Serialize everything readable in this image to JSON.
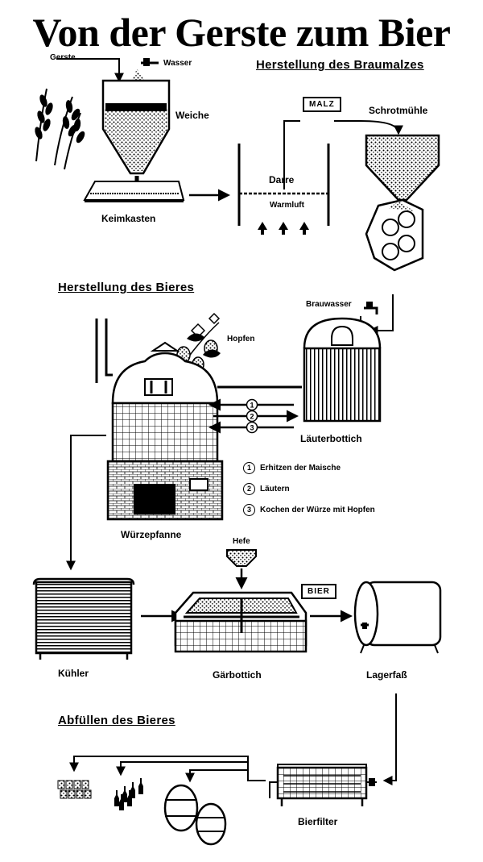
{
  "title": "Von der Gerste zum Bier",
  "sections": {
    "malz": "Herstellung des Braumalzes",
    "bier": "Herstellung des Bieres",
    "abfuellen": "Abfüllen des Bieres"
  },
  "labels": {
    "gerste": "Gerste",
    "wasser": "Wasser",
    "weiche": "Weiche",
    "keimkasten": "Keimkasten",
    "darre": "Darre",
    "warmluft": "Warmluft",
    "schrotmuehle": "Schrotmühle",
    "brauwasser": "Brauwasser",
    "hopfen": "Hopfen",
    "laeuterbottich": "Läuterbottich",
    "wuerzepfanne": "Würzepfanne",
    "hefe": "Hefe",
    "kuehler": "Kühler",
    "gaerbottich": "Gärbottich",
    "lagerfass": "Lagerfaß",
    "bierfilter": "Bierfilter"
  },
  "badges": {
    "malz": "MALZ",
    "bier": "BIER"
  },
  "legend": [
    {
      "num": "1",
      "text": "Erhitzen der Maische"
    },
    {
      "num": "2",
      "text": "Läutern"
    },
    {
      "num": "3",
      "text": "Kochen der Würze mit Hopfen"
    }
  ]
}
